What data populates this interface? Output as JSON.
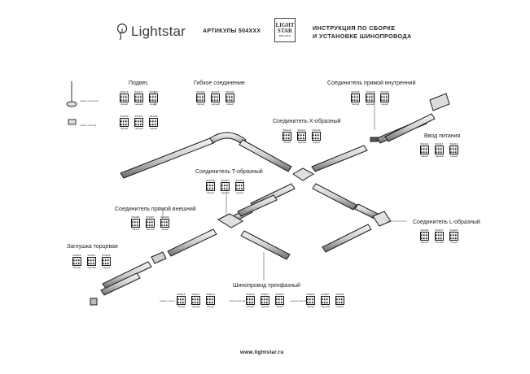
{
  "header": {
    "brand": "Lightstar",
    "articles": "АРТИКУЛЫ 504XXX",
    "badge": {
      "line1": "LIGHT",
      "line2": "STAR",
      "line3": "MILANO"
    },
    "instruction_line1": "ИНСТРУКЦИЯ ПО СБОРКЕ",
    "instruction_line2": "И УСТАНОВКЕ ШИНОПРОВОДА"
  },
  "sections": {
    "podves": {
      "title": "Подвес",
      "codes_a": [
        "504176",
        "504177",
        "504179"
      ],
      "labels_a": [
        "белый",
        "черный",
        "серый"
      ],
      "codes_b": [
        "504196",
        "504197",
        "504199"
      ],
      "labels_b": [
        "белый",
        "черный",
        "серый"
      ],
      "note_a": "длина 1,5 метра",
      "note_b": "длина 3 метра"
    },
    "flex": {
      "title": "Гибкое соединение",
      "codes": [
        "504136",
        "504137",
        "504139"
      ],
      "labels": [
        "белый",
        "черный",
        "серый"
      ]
    },
    "straight_inner": {
      "title": "Соединитель прямой внутренний",
      "codes": [
        "504106",
        "504107",
        "504109"
      ],
      "labels": [
        "белый",
        "черный",
        "серый"
      ]
    },
    "x_conn": {
      "title": "Соединитель X-образный",
      "codes": [
        "504146",
        "504147",
        "504149"
      ],
      "labels": [
        "белый",
        "черный",
        "серый"
      ]
    },
    "power": {
      "title": "Ввод питания",
      "codes": [
        "504116",
        "504117",
        "504119"
      ],
      "labels": [
        "белый",
        "черный",
        "серый"
      ]
    },
    "t_conn": {
      "title": "Соединитель T-образный",
      "codes": [
        "504156",
        "504157",
        "504159"
      ],
      "labels": [
        "белый",
        "черный",
        "серый"
      ]
    },
    "straight_outer": {
      "title": "Соединитель прямой внешний",
      "codes": [
        "504186",
        "504187",
        "504189"
      ],
      "labels": [
        "белый",
        "черный",
        "серый"
      ]
    },
    "l_conn": {
      "title": "Соединитель L-образный",
      "codes": [
        "504126",
        "504127",
        "504129"
      ],
      "labels": [
        "белый",
        "черный",
        "серый"
      ]
    },
    "end_cap": {
      "title": "Заглушка торцевая",
      "codes": [
        "504166",
        "504167",
        "504169"
      ],
      "labels": [
        "белый",
        "черный",
        "серый"
      ]
    },
    "busbar": {
      "title": "Шинопровод трехфазный",
      "g1": {
        "note": "длина 1 метр",
        "codes": [
          "504016",
          "504017",
          "504019"
        ],
        "labels": [
          "белый",
          "черный",
          "серый"
        ]
      },
      "g2": {
        "note": "длина 2 метра",
        "codes": [
          "504026",
          "504027",
          "504029"
        ],
        "labels": [
          "белый",
          "черный",
          "серый"
        ]
      },
      "g3": {
        "note": "длина 3 метра",
        "codes": [
          "504036",
          "504037",
          "504039"
        ],
        "labels": [
          "белый",
          "черный",
          "серый"
        ]
      }
    }
  },
  "footer": {
    "url": "www.lightstar.ru"
  }
}
